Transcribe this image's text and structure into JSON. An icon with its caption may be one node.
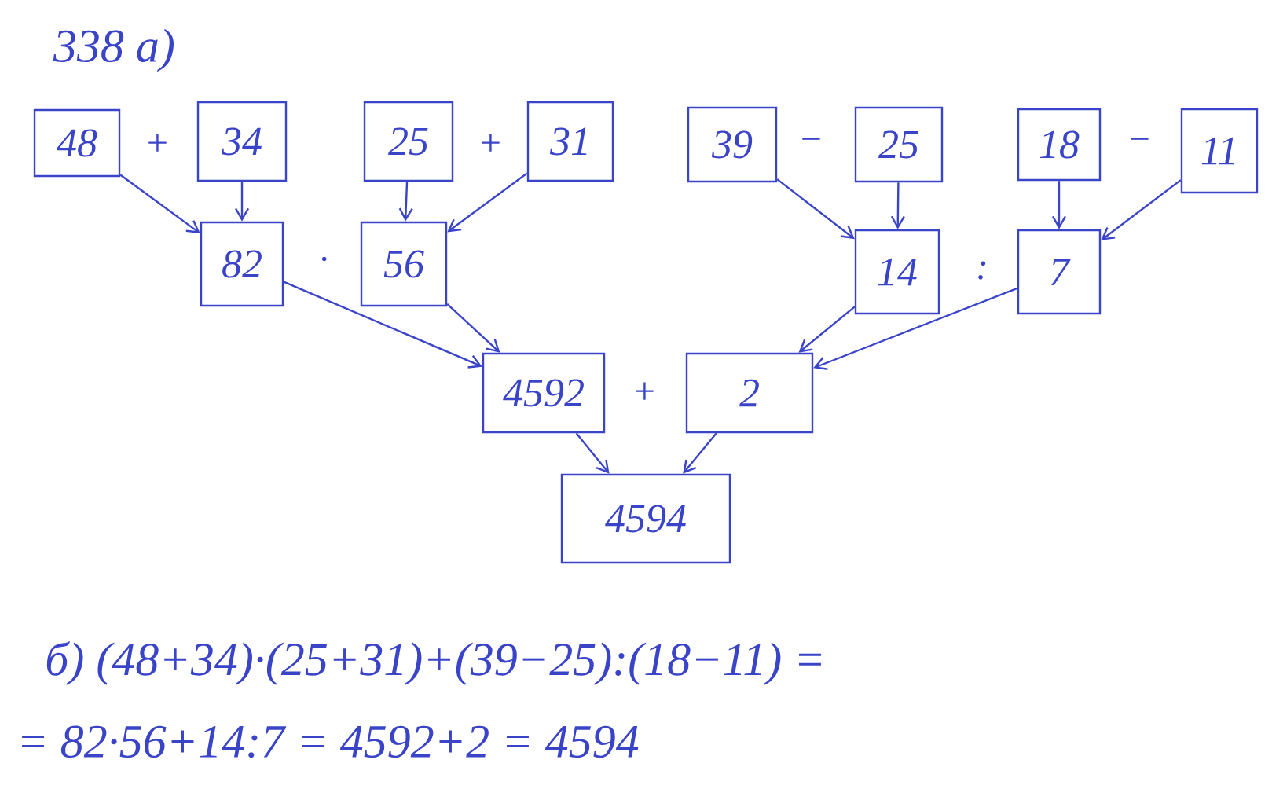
{
  "diagram": {
    "title": "338 а)",
    "nodes": [
      {
        "text": [
          "48"
        ]
      },
      {
        "text": [
          "34"
        ]
      },
      {
        "text": [
          "25"
        ]
      },
      {
        "text": [
          "31"
        ]
      },
      {
        "text": [
          "39"
        ]
      },
      {
        "text": [
          "25"
        ]
      },
      {
        "text": [
          "18"
        ]
      },
      {
        "text": [
          "11"
        ]
      },
      {
        "text": [
          "82"
        ]
      },
      {
        "text": [
          "56"
        ]
      },
      {
        "text": [
          "14"
        ]
      },
      {
        "text": [
          "7"
        ]
      },
      {
        "text": [
          "4592"
        ]
      },
      {
        "text": [
          "2"
        ]
      },
      {
        "text": [
          "4594"
        ]
      }
    ],
    "edges": [
      {
        "from": 0,
        "to": 8,
        "arrow": "to"
      },
      {
        "from": 1,
        "to": 8,
        "arrow": "to"
      },
      {
        "from": 2,
        "to": 9,
        "arrow": "to"
      },
      {
        "from": 3,
        "to": 9,
        "arrow": "to"
      },
      {
        "from": 4,
        "to": 10,
        "arrow": "to"
      },
      {
        "from": 5,
        "to": 10,
        "arrow": "to"
      },
      {
        "from": 6,
        "to": 11,
        "arrow": "to"
      },
      {
        "from": 7,
        "to": 11,
        "arrow": "to"
      },
      {
        "from": 8,
        "to": 12,
        "arrow": "to"
      },
      {
        "from": 9,
        "to": 12,
        "arrow": "to"
      },
      {
        "from": 10,
        "to": 13,
        "arrow": "to"
      },
      {
        "from": 11,
        "to": 13,
        "arrow": "to"
      },
      {
        "from": 12,
        "to": 14,
        "arrow": "to"
      },
      {
        "from": 13,
        "to": 14,
        "arrow": "to"
      }
    ],
    "labels": [
      "+",
      "+",
      "−",
      "−",
      "·",
      ":",
      "+",
      "б) (48+34)·(25+31)+(39−25):(18−11) =",
      "= 82·56+14:7 = 4592+2 = 4594"
    ]
  }
}
